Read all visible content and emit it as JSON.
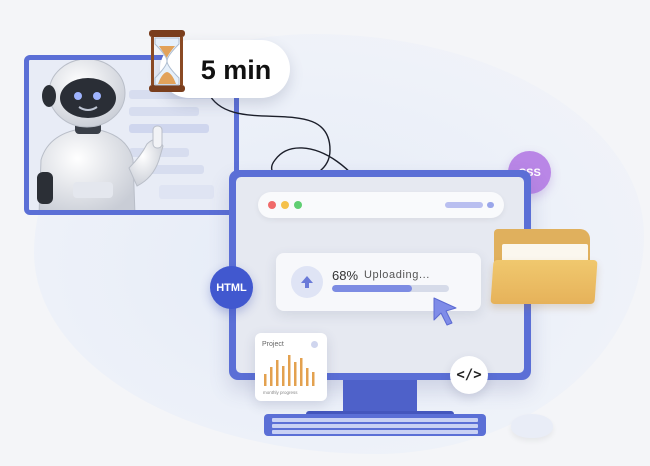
{
  "timer": {
    "label": "5 min"
  },
  "upload": {
    "percent_label": "68%",
    "status": "Uploading...",
    "progress": 0.68
  },
  "badges": {
    "html": "HTML",
    "css": "CSS",
    "code": "</>"
  },
  "project_card": {
    "title": "Project",
    "caption": "monthly progress"
  },
  "colors": {
    "primary": "#5b6fd6",
    "accent": "#7d8ce3",
    "css_badge": "#b986e6",
    "folder": "#e6b25a"
  },
  "icons": [
    "hourglass-icon",
    "upload-arrow-icon",
    "cursor-icon",
    "folder-icon",
    "code-icon"
  ]
}
